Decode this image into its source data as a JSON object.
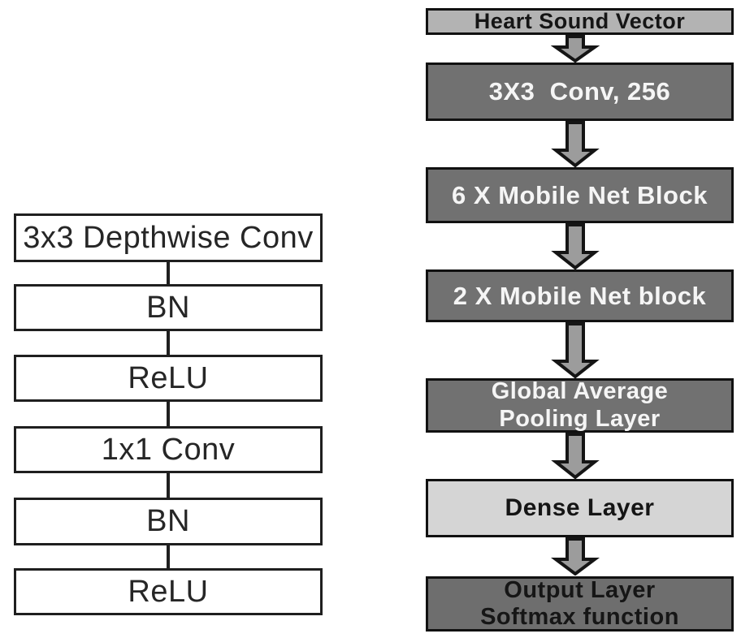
{
  "colors": {
    "background": "#ffffff",
    "dark_box_fill": "#717171",
    "light_box_fill": "#b3b3b3",
    "dense_box_fill": "#d5d5d5",
    "output_box_fill": "#6e6e6e",
    "box_border": "#111111",
    "left_box_border": "#1f1f1f",
    "white_text": "#f5f5f5",
    "dark_text": "#161616",
    "arrow_fill": "#9c9c9c"
  },
  "left_column": {
    "items": [
      {
        "label": "3x3 Depthwise Conv"
      },
      {
        "label": "BN"
      },
      {
        "label": "ReLU"
      },
      {
        "label": "1x1 Conv"
      },
      {
        "label": "BN"
      },
      {
        "label": "ReLU"
      }
    ]
  },
  "right_column": {
    "items": [
      {
        "label": "Heart Sound Vector",
        "style": "light"
      },
      {
        "label": "3X3  Conv, 256",
        "style": "dark"
      },
      {
        "label": "6 X Mobile Net Block",
        "style": "dark"
      },
      {
        "label": "2 X Mobile Net block",
        "style": "dark"
      },
      {
        "label": "Global Average\nPooling Layer",
        "style": "dark"
      },
      {
        "label": "Dense Layer",
        "style": "lighter"
      },
      {
        "label": "Output Layer\nSoftmax function",
        "style": "output"
      }
    ]
  }
}
